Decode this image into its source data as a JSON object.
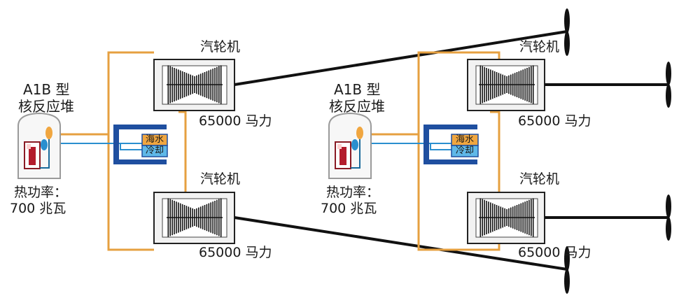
{
  "left": {
    "reactor_type": "A1B 型",
    "reactor_name": "核反应堆",
    "power_label": "热功率：",
    "power_value": "700 兆瓦",
    "turbine_top_label": "汽轮机",
    "turbine_top_hp": "65000 马力",
    "turbine_bottom_label": "汽轮机",
    "turbine_bottom_hp": "65000 马力",
    "seawater_label": "海水",
    "cooling_label": "冷却"
  },
  "right": {
    "reactor_type": "A1B 型",
    "reactor_name": "核反应堆",
    "power_label": "热功率：",
    "power_value": "700 兆瓦",
    "turbine_top_label": "汽轮机",
    "turbine_top_hp": "65000 马力",
    "turbine_bottom_label": "汽轮机",
    "turbine_bottom_hp": "65000 马力",
    "seawater_label": "海水",
    "cooling_label": "冷却"
  },
  "colors": {
    "steam_loop": "#e6a040",
    "cooling_pipe": "#2a8fcf",
    "condenser": "#1f4fa0",
    "seawater_fill": "#f0a640",
    "cooling_fill": "#5fb8e8",
    "shaft": "#111111"
  }
}
